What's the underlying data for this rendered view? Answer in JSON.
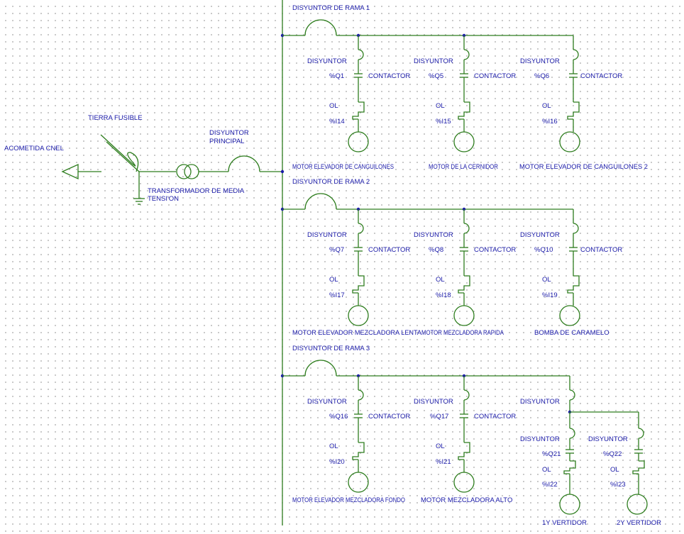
{
  "colors": {
    "wire": "#2e7d1e",
    "label": "#1a1aa8",
    "grid_dot": "#9a9a9a",
    "background": "#ffffff"
  },
  "source": {
    "acometida": "ACOMETIDA CNEL",
    "fuse": "TIERRA FUSIBLE",
    "transformer_line1": "TRANSFORMADOR DE MEDIA",
    "transformer_line2": "TENSI'ON",
    "main_breaker_line1": "DISYUNTOR",
    "main_breaker_line2": "PRINCIPAL"
  },
  "branches": [
    {
      "title": "DISYUNTOR DE RAMA 1",
      "circuits": [
        {
          "breaker": "DISYUNTOR",
          "breaker_id": "%Q1",
          "contactor": "CONTACTOR",
          "ol": "OL",
          "ol_id": "%I14",
          "motor": "MOTOR ELEVADOR DE CANGUILONES"
        },
        {
          "breaker": "DISYUNTOR",
          "breaker_id": "%Q5",
          "contactor": "CONTACTOR",
          "ol": "OL",
          "ol_id": "%I15",
          "motor": "MOTOR DE LA CERNIDOR"
        },
        {
          "breaker": "DISYUNTOR",
          "breaker_id": "%Q6",
          "contactor": "CONTACTOR",
          "ol": "OL",
          "ol_id": "%I16",
          "motor": "MOTOR ELEVADOR DE CANGUILONES 2"
        }
      ]
    },
    {
      "title": "DISYUNTOR DE RAMA 2",
      "circuits": [
        {
          "breaker": "DISYUNTOR",
          "breaker_id": "%Q7",
          "contactor": "CONTACTOR",
          "ol": "OL",
          "ol_id": "%I17",
          "motor": "MOTOR ELEVADOR MEZCLADORA LENTA"
        },
        {
          "breaker": "DISYUNTOR",
          "breaker_id": "%Q8",
          "contactor": "CONTACTOR",
          "ol": "OL",
          "ol_id": "%I18",
          "motor": "MOTOR MEZCLADORA RAPIDA"
        },
        {
          "breaker": "DISYUNTOR",
          "breaker_id": "%Q10",
          "contactor": "CONTACTOR",
          "ol": "OL",
          "ol_id": "%I19",
          "motor": "BOMBA DE CARAMELO"
        }
      ]
    },
    {
      "title": "DISYUNTOR DE RAMA 3",
      "circuits": [
        {
          "breaker": "DISYUNTOR",
          "breaker_id": "%Q16",
          "contactor": "CONTACTOR",
          "ol": "OL",
          "ol_id": "%I20",
          "motor": "MOTOR ELEVADOR MEZCLADORA FONDO"
        },
        {
          "breaker": "DISYUNTOR",
          "breaker_id": "%Q17",
          "contactor": "CONTACTOR",
          "ol": "OL",
          "ol_id": "%I21",
          "motor": "MOTOR MEZCLADORA ALTO"
        }
      ],
      "sub_feeder": {
        "breaker": "DISYUNTOR",
        "circuits": [
          {
            "breaker": "DISYUNTOR",
            "breaker_id": "%Q21",
            "ol": "OL",
            "ol_id": "%I22",
            "motor": "1Y VERTIDOR"
          },
          {
            "breaker": "DISYUNTOR",
            "breaker_id": "%Q22",
            "ol": "OL",
            "ol_id": "%I23",
            "motor": "2Y VERTIDOR"
          }
        ]
      }
    }
  ]
}
